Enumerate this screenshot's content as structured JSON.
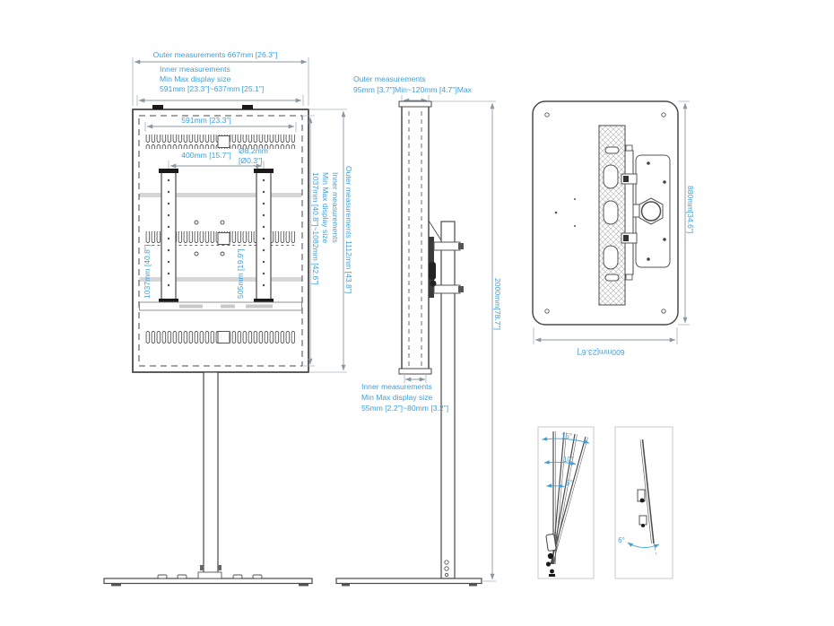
{
  "colors": {
    "accent": "#3f9fd8",
    "dim_line": "#8b98a2",
    "drawing_line": "#4a4a4a"
  },
  "front_view": {
    "outer_width": "Outer measurements 667mm [26.3\"]",
    "inner_width_lines": [
      "Inner measurements",
      "Min Max display size",
      "591mm [23.3\"]~637mm [25.1\"]"
    ],
    "strip_width": "591mm [23.3\"]",
    "vesa_width": "400mm [15.7\"]",
    "hole_dia_lines": [
      "Ø8.2mm",
      "[Ø0.3\"]"
    ],
    "rail_height": "1037mm [40.8\"]",
    "vesa_height": "505mm [19.9\"]",
    "inner_height_lines": [
      "Inner measurements",
      "Min Max display size",
      "1037mm [40.8\"]~1082mm [42.6\"]"
    ],
    "outer_height": "Outer measurements 1112mm [43.8\"]"
  },
  "side_view": {
    "outer_depth_lines": [
      "Outer measurements",
      "95mm [3.7\"]Min~120mm [4.7\"]Max"
    ],
    "total_height": "2000mm[78.7\"]",
    "inner_depth_lines": [
      "Inner measurements",
      "Min Max display size",
      "55mm [2.2\"]~80mm [3.2\"]"
    ]
  },
  "base_view": {
    "depth": "880mm[34.6\"]",
    "width": "600mm[23.6\"]"
  },
  "tilt_view": {
    "tilt_angles": [
      "15°",
      "10°",
      "5°"
    ],
    "back_tilt_angle": "6°"
  }
}
